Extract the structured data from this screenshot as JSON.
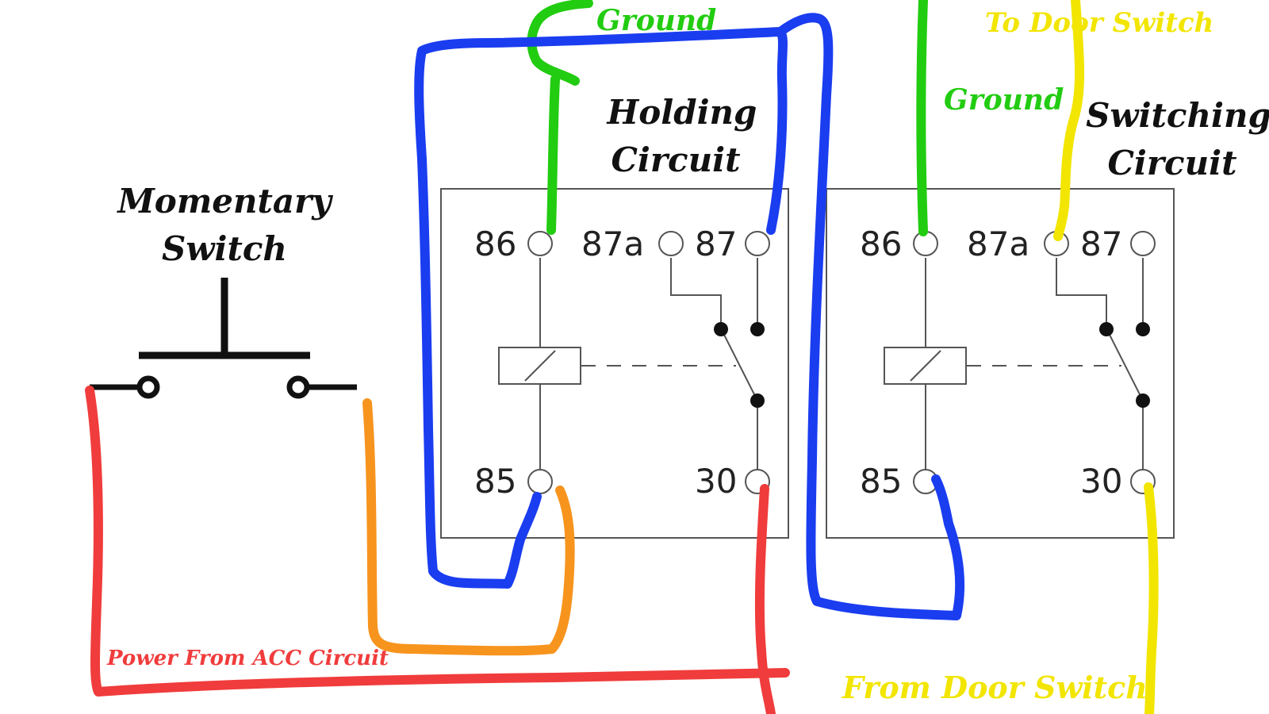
{
  "colors": {
    "green": "#22cc11",
    "blue": "#1a3df0",
    "red": "#f03c3c",
    "orange": "#f7941e",
    "yellow": "#f2e500",
    "black": "#111111"
  },
  "switch": {
    "title_line1": "Momentary",
    "title_line2": "Switch"
  },
  "relays": [
    {
      "title_line1": "Holding",
      "title_line2": "Circuit",
      "pins": {
        "p86": "86",
        "p87a": "87a",
        "p87": "87",
        "p85": "85",
        "p30": "30"
      }
    },
    {
      "title_line1": "Switching",
      "title_line2": "Circuit",
      "pins": {
        "p86": "86",
        "p87a": "87a",
        "p87": "87",
        "p85": "85",
        "p30": "30"
      }
    }
  ],
  "wire_labels": {
    "ground_left": "Ground",
    "ground_right": "Ground",
    "to_door_switch": "To Door Switch",
    "from_door_switch": "From Door Switch",
    "power_acc": "Power From ACC Circuit"
  }
}
